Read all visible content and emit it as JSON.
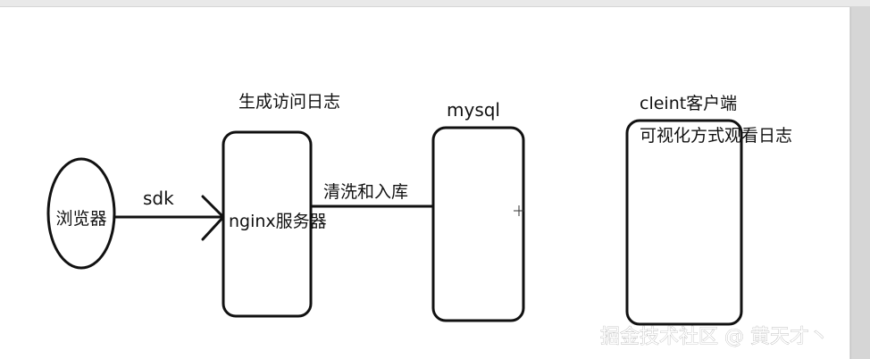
{
  "diagram": {
    "browser_label": "浏览器",
    "sdk_label": "sdk",
    "nginx_caption": "生成访问日志",
    "nginx_label": "nginx服务器",
    "clean_label": "清洗和入库",
    "mysql_label": "mysql",
    "client_title": "cleint客户端",
    "client_caption": "可视化方式观看日志"
  },
  "watermark": "掘金技术社区 @ 黄天才丶",
  "colors": {
    "canvas": "#ffffff",
    "outer": "#d6d6d6",
    "ink": "#111111",
    "watermark": "#ffffff"
  }
}
